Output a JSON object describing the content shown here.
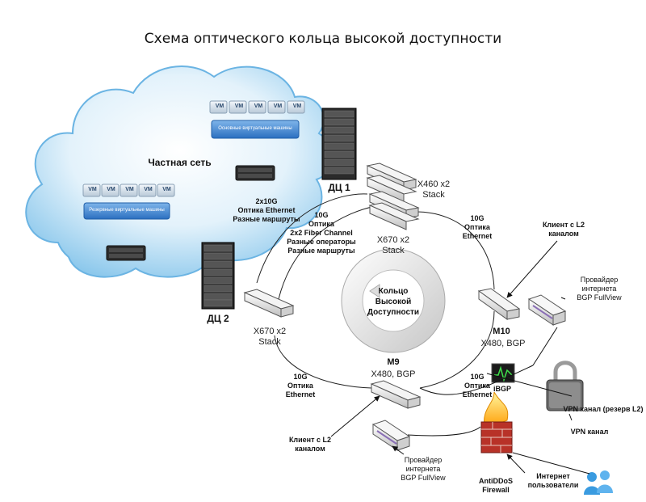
{
  "title": "Схема оптического кольца высокой доступности",
  "cloud": {
    "label": "Частная сеть",
    "vm_label": "VM",
    "primary_vms_label": "Основные виртуальные машины",
    "backup_vms_label": "Резервные виртуальные машины"
  },
  "dc1": {
    "label": "ДЦ 1"
  },
  "dc2": {
    "label": "ДЦ 2"
  },
  "x460": {
    "label_line1": "X460 x2",
    "label_line2": "Stack"
  },
  "x670_top": {
    "label_line1": "X670 x2",
    "label_line2": "Stack"
  },
  "x670_left": {
    "label_line1": "X670 x2",
    "label_line2": "Stack"
  },
  "ring": {
    "line1": "Кольцо",
    "line2": "Высокой",
    "line3": "Доступности"
  },
  "link_2x10g": {
    "l1": "2x10G",
    "l2": "Оптика Ethernet",
    "l3": "Разные маршруты"
  },
  "link_fc": {
    "l1": "10G",
    "l2": "Оптика",
    "l3": "2x2 Fiber Channel",
    "l4": "Разные операторы",
    "l5": "Разные маршруты"
  },
  "link_10g_right": {
    "l1": "10G",
    "l2": "Оптика",
    "l3": "Ethernet"
  },
  "link_10g_left": {
    "l1": "10G",
    "l2": "Оптика",
    "l3": "Ethernet"
  },
  "link_10g_bottom": {
    "l1": "10G",
    "l2": "Оптика",
    "l3": "Ethernet"
  },
  "m10": {
    "name": "M10",
    "model": "X480, BGP"
  },
  "m9": {
    "name": "M9",
    "model": "X480, BGP"
  },
  "client_l2_top": {
    "l1": "Клиент с L2",
    "l2": "каналом"
  },
  "client_l2_bottom": {
    "l1": "Клиент с L2",
    "l2": "каналом"
  },
  "provider_top": {
    "l1": "Провайдер",
    "l2": "интернета",
    "l3": "BGP FullView"
  },
  "provider_bottom": {
    "l1": "Провайдер",
    "l2": "интернета",
    "l3": "BGP FullView"
  },
  "ibgp": {
    "label": "iBGP"
  },
  "vpn_reserve": {
    "label": "VPN канал (резерв L2)"
  },
  "vpn": {
    "label": "VPN канал"
  },
  "antiddos": {
    "l1": "AntiDDoS",
    "l2": "Firewall"
  },
  "internet_users": {
    "l1": "Интернет",
    "l2": "пользователи"
  }
}
